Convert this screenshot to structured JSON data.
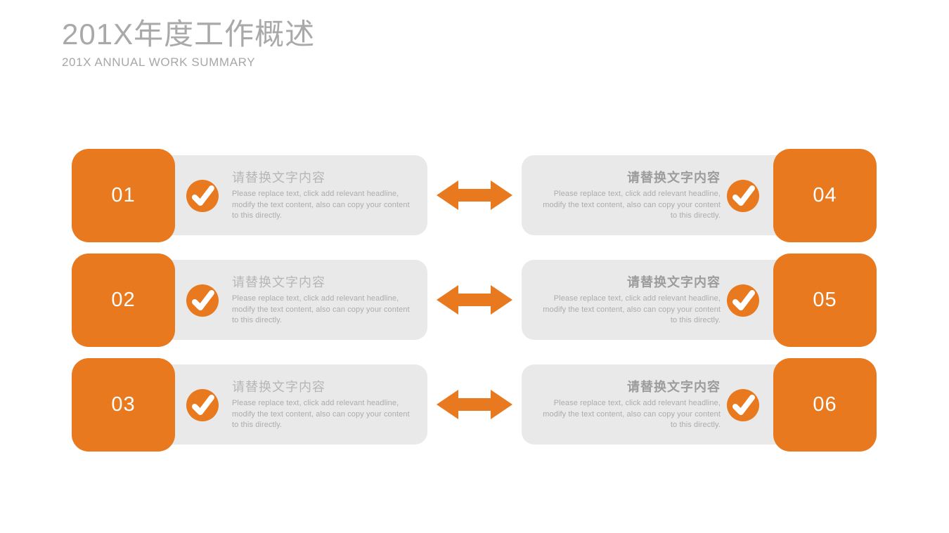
{
  "header": {
    "title": "201X年度工作概述",
    "subtitle": "201X ANNUAL WORK SUMMARY"
  },
  "colors": {
    "accent_orange": "#E8791E",
    "card_gray": "#E9E9E9",
    "title_gray": "#A9A9A9",
    "heading_gray": "#B6B6B6",
    "heading_bold_gray": "#9C9C9C",
    "body_gray": "#ACACAC",
    "number_text": "#FFFFFF",
    "background": "#FFFFFF"
  },
  "icons": {
    "check": "check-icon",
    "double_arrow": "double-arrow-icon"
  },
  "items": [
    {
      "number": "01",
      "heading": "请替换文字内容",
      "body": "Please replace text, click add relevant headline, modify the text content, also can copy your content to this directly."
    },
    {
      "number": "02",
      "heading": "请替换文字内容",
      "body": "Please replace text, click add relevant headline, modify the text content, also can copy your content to this directly."
    },
    {
      "number": "03",
      "heading": "请替换文字内容",
      "body": "Please replace text, click add relevant headline, modify the text content, also can copy your content to this directly."
    },
    {
      "number": "04",
      "heading": "请替换文字内容",
      "body": "Please replace text, click add relevant headline, modify the text content, also can copy your content to this directly."
    },
    {
      "number": "05",
      "heading": "请替换文字内容",
      "body": "Please replace text, click add relevant headline, modify the text content, also can copy your content to this directly."
    },
    {
      "number": "06",
      "heading": "请替换文字内容",
      "body": "Please replace text, click add relevant headline, modify the text content, also can copy your content to this directly."
    }
  ]
}
